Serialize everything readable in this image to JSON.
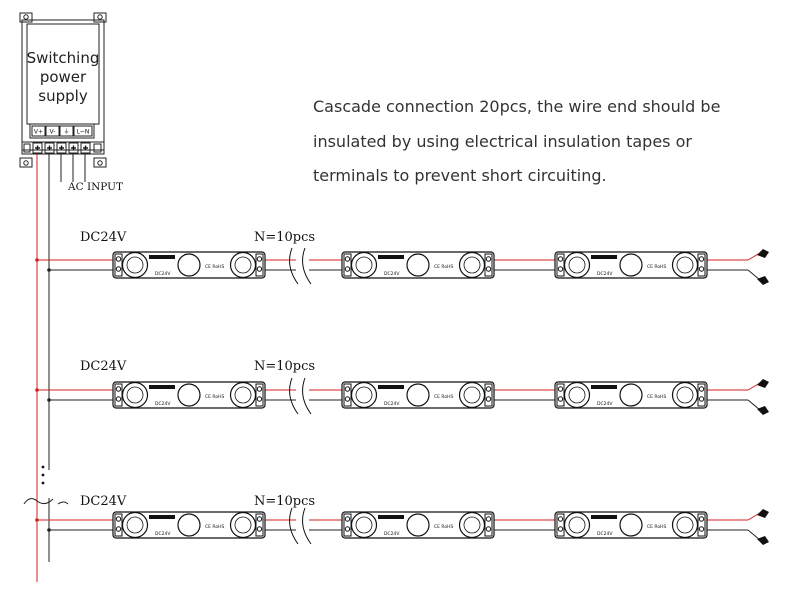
{
  "power_supply": {
    "title_lines": [
      "Switching",
      "power",
      "supply"
    ],
    "terminal_labels": [
      "V+",
      "V-",
      "⏚",
      "L~N"
    ]
  },
  "ac_input_label": "AC INPUT",
  "note_lines": [
    "Cascade connection 20pcs, the wire end should be",
    "insulated by using electrical insulation tapes or",
    "terminals to prevent short circuiting."
  ],
  "rows": [
    {
      "voltage_label": "DC24V",
      "count_label": "N=10pcs"
    },
    {
      "voltage_label": "DC24V",
      "count_label": "N=10pcs"
    },
    {
      "voltage_label": "DC24V",
      "count_label": "N=10pcs"
    }
  ],
  "module": {
    "voltage_text": "DC24V",
    "cert_text": "CE RoHS"
  },
  "colors": {
    "positive_wire": "#d61f1f",
    "negative_wire": "#222222"
  }
}
